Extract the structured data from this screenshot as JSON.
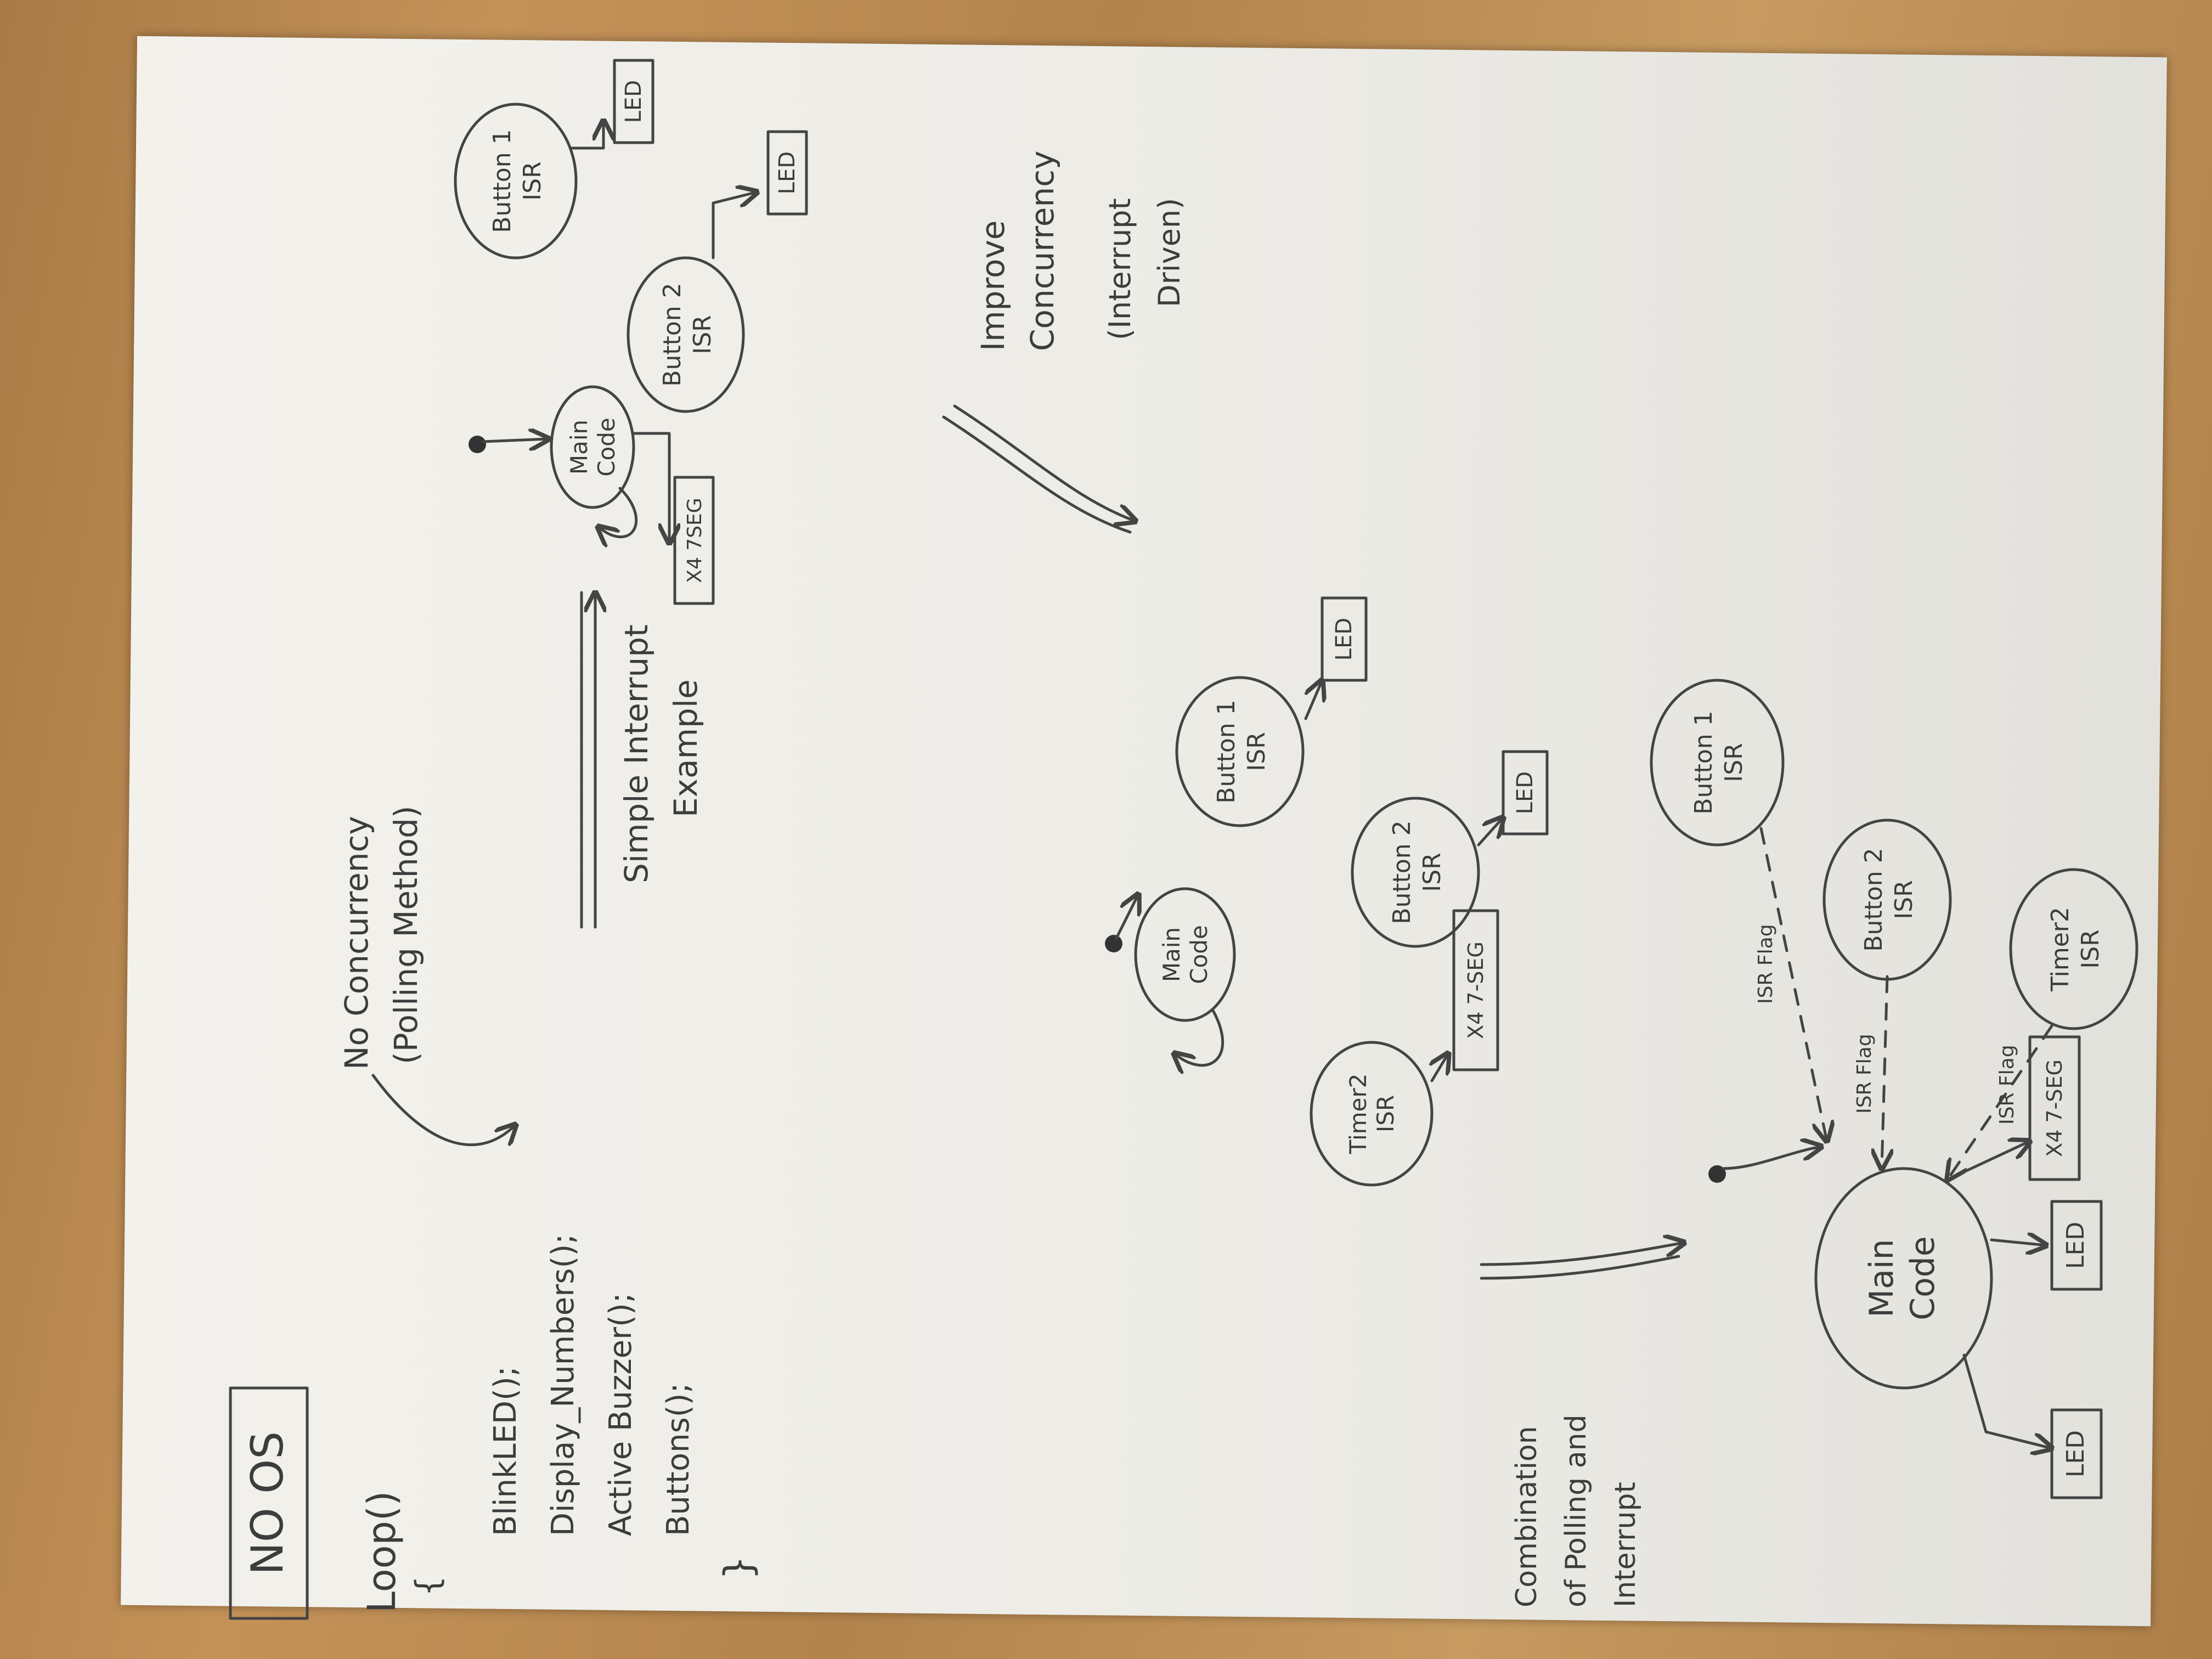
{
  "title": "NO OS",
  "code": {
    "open": "Loop()",
    "brace_open": "{",
    "lines": [
      "BlinkLED();",
      "Display_Numbers();",
      "Active Buzzer();",
      "Buttons();"
    ],
    "brace_close": "}"
  },
  "annotations": {
    "no_concurrency": [
      "No Concurrency",
      "(Polling Method)"
    ],
    "simple_interrupt": [
      "Simple Interrupt",
      "Example"
    ],
    "improve_concurrency": [
      "Improve",
      "Concurrency"
    ],
    "interrupt_driven": [
      "(Interrupt",
      "Driven)"
    ],
    "combination": [
      "Combination",
      "of Polling and",
      "Interrupt"
    ]
  },
  "diagram1": {
    "main": [
      "Main",
      "Code"
    ],
    "display": "X4 7SEG",
    "isr1": [
      "Button 1",
      "ISR"
    ],
    "isr2": [
      "Button 2",
      "ISR"
    ],
    "led1": "LED",
    "led2": "LED"
  },
  "diagram2": {
    "main": [
      "Main",
      "Code"
    ],
    "timer": [
      "Timer2",
      "ISR"
    ],
    "display": "X4 7-SEG",
    "isr1": [
      "Button 1",
      "ISR"
    ],
    "isr2": [
      "Button 2",
      "ISR"
    ],
    "led1": "LED",
    "led2": "LED"
  },
  "diagram3": {
    "main": [
      "Main",
      "Code"
    ],
    "isr1": [
      "Button 1",
      "ISR"
    ],
    "isr2": [
      "Button 2",
      "ISR"
    ],
    "timer": [
      "Timer2",
      "ISR"
    ],
    "flag1": "ISR Flag",
    "flag2": "ISR Flag",
    "flag3": "ISR Flag",
    "led1": "LED",
    "led2": "LED",
    "display": "X4 7-SEG"
  }
}
